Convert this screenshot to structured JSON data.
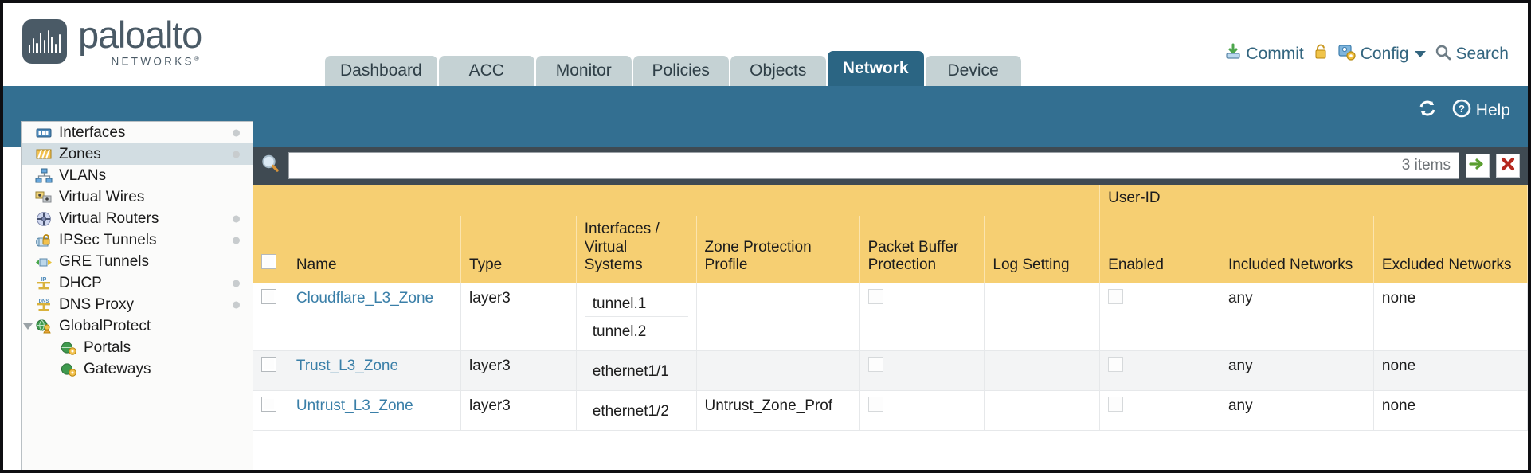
{
  "brand": {
    "name": "paloalto",
    "subtitle": "NETWORKS",
    "logo_icon": "paloalto-logo-icon"
  },
  "tabs": [
    {
      "label": "Dashboard",
      "active": false
    },
    {
      "label": "ACC",
      "active": false
    },
    {
      "label": "Monitor",
      "active": false
    },
    {
      "label": "Policies",
      "active": false
    },
    {
      "label": "Objects",
      "active": false
    },
    {
      "label": "Network",
      "active": true
    },
    {
      "label": "Device",
      "active": false
    }
  ],
  "top_actions": {
    "commit": "Commit",
    "commit_icon": "commit-save-icon",
    "lock_icon": "padlock-icon",
    "config": "Config",
    "config_icon": "config-key-icon",
    "config_caret_icon": "chevron-down-icon",
    "search": "Search",
    "search_icon": "magnifier-icon"
  },
  "blueband": {
    "refresh_icon": "refresh-icon",
    "help": "Help",
    "help_icon": "help-question-icon"
  },
  "sidebar": {
    "items": [
      {
        "label": "Interfaces",
        "icon": "interfaces-icon",
        "selected": false,
        "dot": true,
        "child": false,
        "twisty": false
      },
      {
        "label": "Zones",
        "icon": "zones-icon",
        "selected": true,
        "dot": true,
        "child": false,
        "twisty": false
      },
      {
        "label": "VLANs",
        "icon": "vlans-icon",
        "selected": false,
        "dot": false,
        "child": false,
        "twisty": false
      },
      {
        "label": "Virtual Wires",
        "icon": "virtual-wires-icon",
        "selected": false,
        "dot": false,
        "child": false,
        "twisty": false
      },
      {
        "label": "Virtual Routers",
        "icon": "virtual-routers-icon",
        "selected": false,
        "dot": true,
        "child": false,
        "twisty": false
      },
      {
        "label": "IPSec Tunnels",
        "icon": "ipsec-tunnels-icon",
        "selected": false,
        "dot": true,
        "child": false,
        "twisty": false
      },
      {
        "label": "GRE Tunnels",
        "icon": "gre-tunnels-icon",
        "selected": false,
        "dot": false,
        "child": false,
        "twisty": false
      },
      {
        "label": "DHCP",
        "icon": "dhcp-icon",
        "selected": false,
        "dot": true,
        "child": false,
        "twisty": false
      },
      {
        "label": "DNS Proxy",
        "icon": "dns-proxy-icon",
        "selected": false,
        "dot": true,
        "child": false,
        "twisty": false
      },
      {
        "label": "GlobalProtect",
        "icon": "globalprotect-icon",
        "selected": false,
        "dot": false,
        "child": false,
        "twisty": true
      },
      {
        "label": "Portals",
        "icon": "portals-icon",
        "selected": false,
        "dot": false,
        "child": true,
        "twisty": false
      },
      {
        "label": "Gateways",
        "icon": "gateways-icon",
        "selected": false,
        "dot": false,
        "child": true,
        "twisty": false
      }
    ]
  },
  "search": {
    "value": "",
    "placeholder": "",
    "icon": "magnifier-icon",
    "item_count": "3 items",
    "apply_icon": "green-arrow-icon",
    "clear_icon": "red-x-icon"
  },
  "table": {
    "group_header": {
      "label": "User-ID",
      "span": 3
    },
    "columns": [
      "Name",
      "Type",
      "Interfaces / Virtual Systems",
      "Zone Protection Profile",
      "Packet Buffer Protection",
      "Log Setting",
      "Enabled",
      "Included Networks",
      "Excluded Networks"
    ],
    "select_all_checkbox": false,
    "rows": [
      {
        "name": "Cloudflare_L3_Zone",
        "type": "layer3",
        "interfaces": [
          "tunnel.1",
          "tunnel.2"
        ],
        "zone_protection_profile": "",
        "packet_buffer_protection": false,
        "log_setting": "",
        "userid_enabled": false,
        "included_networks": "any",
        "excluded_networks": "none",
        "selected": false
      },
      {
        "name": "Trust_L3_Zone",
        "type": "layer3",
        "interfaces": [
          "ethernet1/1"
        ],
        "zone_protection_profile": "",
        "packet_buffer_protection": false,
        "log_setting": "",
        "userid_enabled": false,
        "included_networks": "any",
        "excluded_networks": "none",
        "selected": false
      },
      {
        "name": "Untrust_L3_Zone",
        "type": "layer3",
        "interfaces": [
          "ethernet1/2"
        ],
        "zone_protection_profile": "Untrust_Zone_Prof",
        "packet_buffer_protection": false,
        "log_setting": "",
        "userid_enabled": false,
        "included_networks": "any",
        "excluded_networks": "none",
        "selected": false
      }
    ]
  },
  "colors": {
    "brand_slate": "#4a5a66",
    "band_blue": "#336f91",
    "active_tab": "#2b6583",
    "tab_grey": "#c5d2d4",
    "header_gold": "#f6cf72",
    "group_gold": "#e0ad44",
    "link_blue": "#3a7fa8",
    "content_dark": "#3f4a52"
  }
}
